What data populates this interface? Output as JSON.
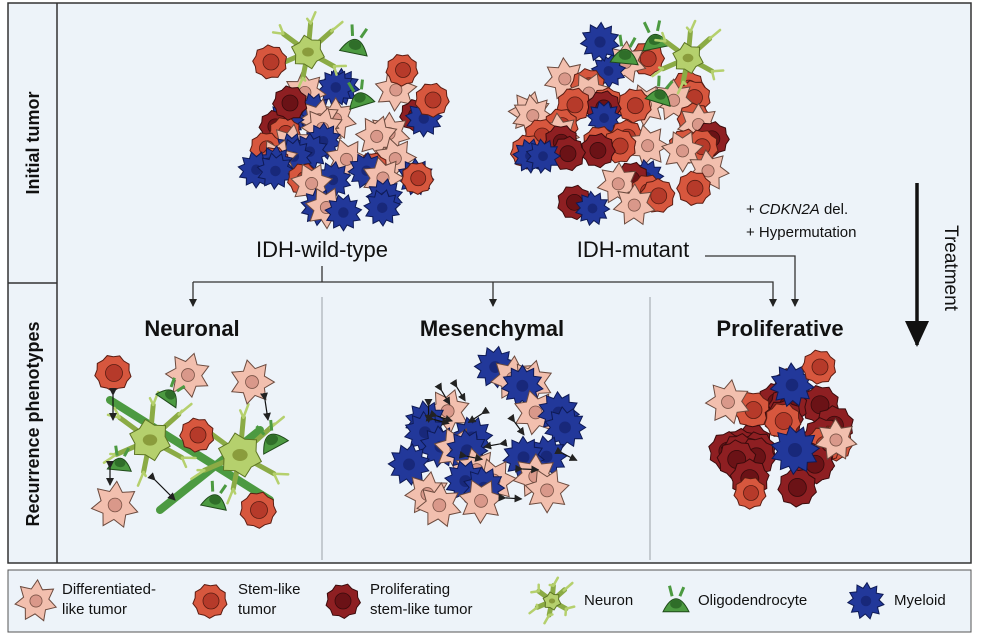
{
  "rows": {
    "initial": "Initial tumor",
    "recurrence": "Recurrence phenotypes"
  },
  "subtypes": {
    "wild_type": "IDH-wild-type",
    "mutant": "IDH-mutant"
  },
  "modifiers": {
    "line1_prefix": "+ ",
    "line1_gene": "CDKN2A",
    "line1_suffix": " del.",
    "line2": "+ Hypermutation"
  },
  "treatment": "Treatment",
  "phenotypes": {
    "neuronal": "Neuronal",
    "mesenchymal": "Mesenchymal",
    "proliferative": "Proliferative"
  },
  "legend": {
    "differentiated_l1": "Differentiated-",
    "differentiated_l2": "like tumor",
    "stem_l1": "Stem-like",
    "stem_l2": "tumor",
    "prolif_l1": "Proliferating",
    "prolif_l2": "stem-like tumor",
    "neuron": "Neuron",
    "oligo": "Oligodendrocyte",
    "myeloid": "Myeloid"
  },
  "colors": {
    "panel_bg": "#edf3f9",
    "differentiated": "#f2bfae",
    "stem": "#d7573e",
    "proliferating": "#8e1f22",
    "neuron": "#b5d06d",
    "oligodendrocyte": "#4c9a41",
    "myeloid": "#22389a"
  }
}
